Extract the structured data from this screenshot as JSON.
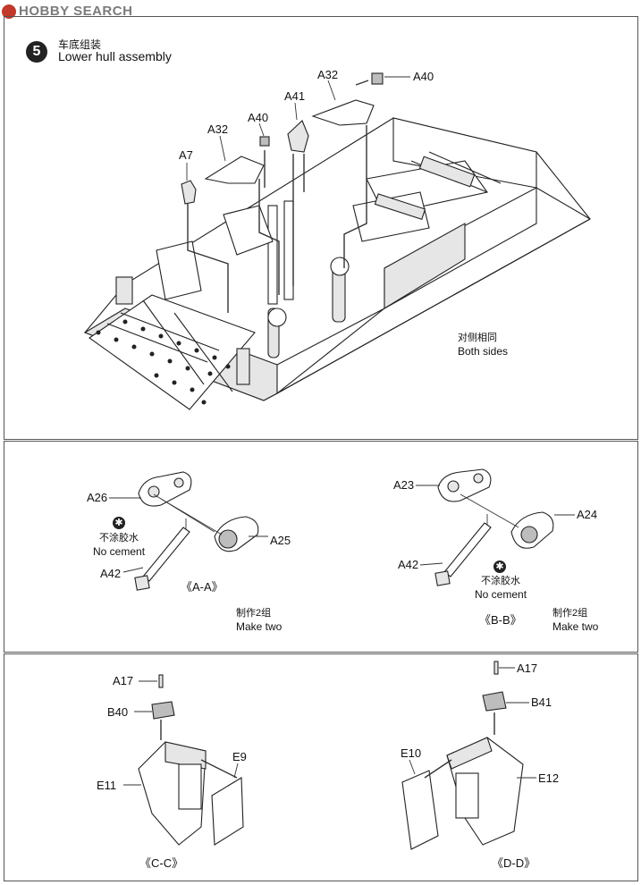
{
  "watermark": "HOBBY SEARCH",
  "step": {
    "number": "5",
    "title_cn": "车底组装",
    "title_en": "Lower hull assembly"
  },
  "main_parts": {
    "a32_left": "A32",
    "a40_left": "A40",
    "a7": "A7",
    "a41": "A41",
    "a32_right": "A32",
    "a40_right": "A40"
  },
  "both_sides": {
    "cn": "对侧相同",
    "en": "Both sides"
  },
  "sub_a": {
    "a26": "A26",
    "a25": "A25",
    "a42": "A42",
    "no_cement_cn": "不涂胶水",
    "no_cement_en": "No cement",
    "view_label": "《A-A》",
    "make_cn": "制作2组",
    "make_en": "Make two"
  },
  "sub_b": {
    "a23": "A23",
    "a24": "A24",
    "a42": "A42",
    "no_cement_cn": "不涂胶水",
    "no_cement_en": "No cement",
    "view_label": "《B-B》",
    "make_cn": "制作2组",
    "make_en": "Make two"
  },
  "sub_c": {
    "a17": "A17",
    "b40": "B40",
    "e11": "E11",
    "e9": "E9",
    "view_label": "《C-C》"
  },
  "sub_d": {
    "a17": "A17",
    "b41": "B41",
    "e10": "E10",
    "e12": "E12",
    "view_label": "《D-D》"
  }
}
